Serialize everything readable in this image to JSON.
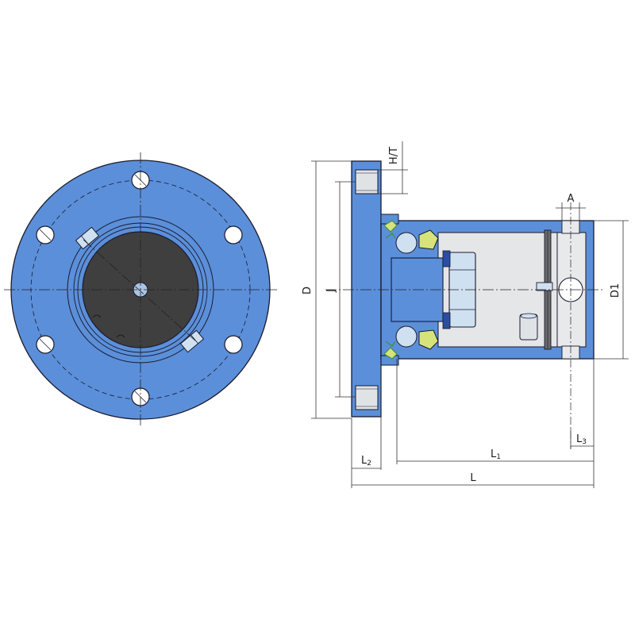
{
  "colors": {
    "body_blue": "#5b8fd9",
    "outline": "#1a1a2e",
    "dark_core": "#3f3f3f",
    "interior_gray": "#e4e6e8",
    "bearing_light": "#cfe0f0",
    "seal_yellow": "#d6e37a",
    "seal_green": "#3f8f4a",
    "dim_line": "#333333",
    "center_line": "#222222"
  },
  "labels": {
    "D": "D",
    "J": "J",
    "D1": "D1",
    "HT": "H/T",
    "A": "A",
    "L": "L",
    "L1_main": "L",
    "L1_sub": "1",
    "L2_main": "L",
    "L2_sub": "2",
    "L3_main": "L",
    "L3_sub": "3"
  },
  "icons": {
    "front_view": "flange-front-view",
    "section_view": "rotary-union-section-view"
  }
}
